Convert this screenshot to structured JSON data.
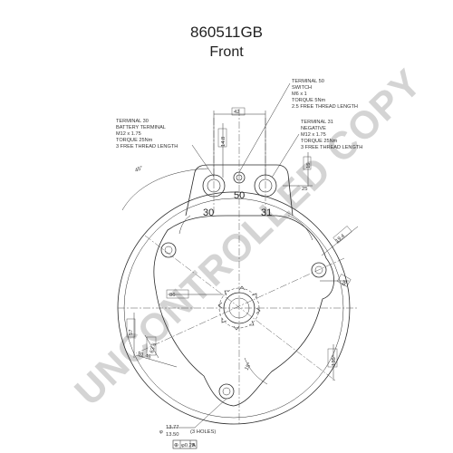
{
  "header": {
    "part_number": "860511GB",
    "view": "Front"
  },
  "notes": {
    "terminal_50": [
      "TERMINAL 50",
      "SWITCH",
      "M6 x 1",
      "TORQUE 5Nm",
      "2.5 FREE THREAD LENGTH"
    ],
    "terminal_30": [
      "TERMINAL 30",
      "BATTERY TERMINAL",
      "M12 x 1.75",
      "TORQUE 25Nm",
      "3 FREE THREAD LENGTH"
    ],
    "terminal_31": [
      "TERMINAL 31",
      "NEGATIVE",
      "M12 x 1.75",
      "TORQUE 25Nm",
      "3 FREE THREAD LENGTH"
    ]
  },
  "terminals": {
    "t30": "30",
    "t50": "50",
    "t31": "31"
  },
  "dimensions": {
    "d42": "42",
    "d14_8": "14.8",
    "d15": "15",
    "d25": "25",
    "d45": "45°",
    "d19_4": "19.4",
    "d66": "66",
    "d86": "86",
    "d57": "57",
    "d63_5": "63.5",
    "d15_deg": "15°",
    "d81_46": "81.46",
    "d135": "135°",
    "hole_max": "13.77",
    "hole_min": "13.50",
    "hole_count": "(3 HOLES)",
    "hole_prefix": "φ",
    "tol_symbol": "⊕",
    "tol_value": "φ0.25",
    "tol_datum": "A"
  },
  "watermark": "UNCONTROLLED COPY"
}
